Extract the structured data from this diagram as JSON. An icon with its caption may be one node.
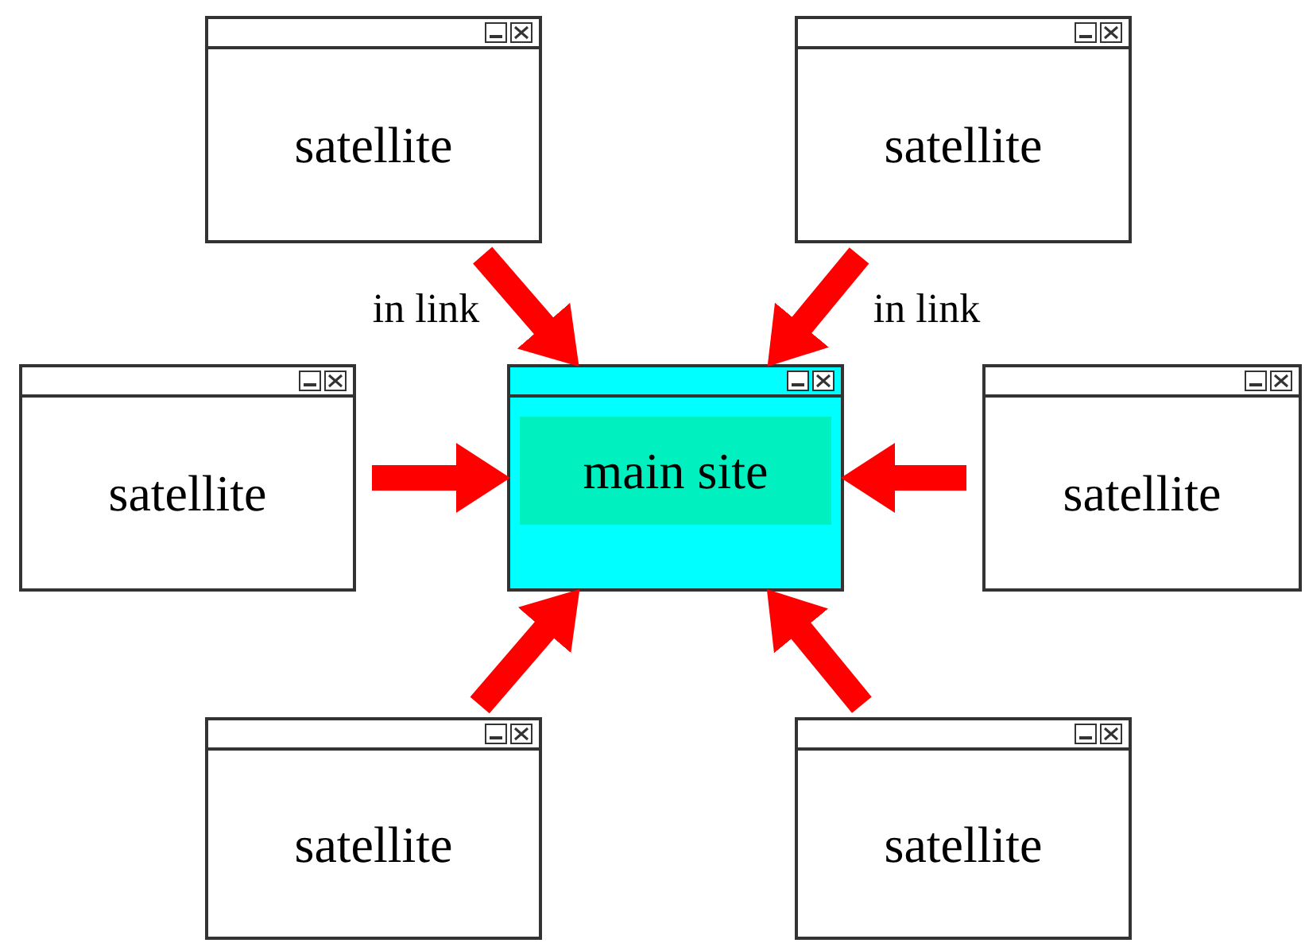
{
  "diagram": {
    "nodes": [
      {
        "text": [
          "satellite"
        ]
      },
      {
        "text": [
          "satellite"
        ]
      },
      {
        "text": [
          "satellite"
        ]
      },
      {
        "text": [
          "main site"
        ]
      },
      {
        "text": [
          "satellite"
        ]
      },
      {
        "text": [
          "satellite"
        ]
      },
      {
        "text": [
          "satellite"
        ]
      }
    ],
    "edges": [
      {
        "from": 0,
        "to": 3,
        "arrow": "to",
        "label": "in link"
      },
      {
        "from": 1,
        "to": 3,
        "arrow": "to",
        "label": "in link"
      },
      {
        "from": 2,
        "to": 3,
        "arrow": "to"
      },
      {
        "from": 4,
        "to": 3,
        "arrow": "to"
      },
      {
        "from": 5,
        "to": 3,
        "arrow": "to"
      },
      {
        "from": 6,
        "to": 3,
        "arrow": "to"
      }
    ]
  }
}
